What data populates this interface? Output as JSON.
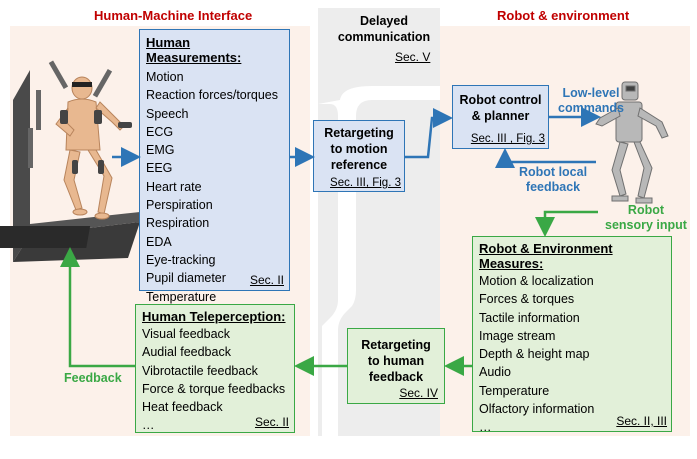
{
  "headers": {
    "left": "Human-Machine Interface",
    "right": "Robot & environment"
  },
  "delayed": {
    "title_line1": "Delayed",
    "title_line2": "communication",
    "sec": "Sec. V"
  },
  "human_measurements": {
    "title": "Human Measurements:",
    "items": [
      "Motion",
      "Reaction forces/torques",
      "Speech",
      "ECG",
      "EMG",
      "EEG",
      "Heart rate",
      "Perspiration",
      "Respiration",
      "EDA",
      "Eye-tracking",
      "Pupil diameter",
      "Temperature",
      "…"
    ],
    "sec": "Sec. II"
  },
  "retarget_motion": {
    "line1": "Retargeting",
    "line2": "to motion",
    "line3": "reference",
    "sec": "Sec. III, Fig. 3"
  },
  "robot_control": {
    "line1": "Robot control",
    "line2": "& planner",
    "sec": "Sec. III , Fig. 3"
  },
  "labels": {
    "low_level_1": "Low-level",
    "low_level_2": "commands",
    "robot_local_1": "Robot local",
    "robot_local_2": "feedback",
    "robot_sensory_1": "Robot",
    "robot_sensory_2": "sensory input",
    "feedback": "Feedback"
  },
  "robot_env": {
    "title_line1": "Robot & Environment",
    "title_line2": "Measures:",
    "items": [
      "Motion & localization",
      "Forces & torques",
      "Tactile information",
      "Image stream",
      "Depth & height map",
      "Audio",
      "Temperature",
      "Olfactory information",
      "…"
    ],
    "sec": "Sec. II, III"
  },
  "retarget_human": {
    "line1": "Retargeting",
    "line2": "to human",
    "line3": "feedback",
    "sec": "Sec. IV"
  },
  "teleperception": {
    "title": "Human Teleperception:",
    "items": [
      "Visual feedback",
      "Audial feedback",
      "Vibrotactile feedback",
      "Force & torque feedbacks",
      "Heat feedback",
      "…"
    ],
    "sec": "Sec. II"
  },
  "colors": {
    "blue": "#2e75b6",
    "green": "#3aa845",
    "header_red": "#c00000",
    "blue_fill": "#dae3f3",
    "green_fill": "#e2f0d9",
    "left_bg": "#fdf3ec",
    "right_bg": "#fdf3ec",
    "middle_bg": "#ececec"
  }
}
